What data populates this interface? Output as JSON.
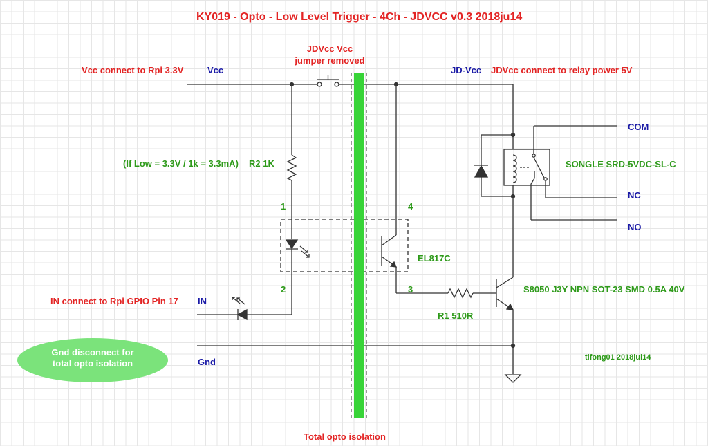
{
  "title": "KY019 - Opto - Low Level Trigger - 4Ch - JDVCC v0.3 2018ju14",
  "labels": {
    "vcc_connect": "Vcc connect to Rpi 3.3V",
    "vcc": "Vcc",
    "jumper_line1": "JDVcc Vcc",
    "jumper_line2": "jumper removed",
    "jd_vcc": "JD-Vcc",
    "jdvcc_connect": "JDVcc connect to relay power 5V",
    "com": "COM",
    "nc": "NC",
    "no": "NO",
    "relay_model": "SONGLE SRD-5VDC-SL-C",
    "if_low": "(If Low = 3.3V / 1k = 3.3mA)",
    "r2": "R2 1K",
    "pin1": "1",
    "pin2": "2",
    "pin3": "3",
    "pin4": "4",
    "opto_model": "EL817C",
    "transistor_model": "S8050 J3Y NPN SOT-23 SMD 0.5A 40V",
    "r1": "R1 510R",
    "in_connect": "IN connect to Rpi GPIO Pin 17",
    "in": "IN",
    "gnd": "Gnd",
    "gnd_note_line1": "Gnd disconnect for",
    "gnd_note_line2": "total opto isolation",
    "author": "tlfong01 2018jul14",
    "isolation": "Total opto isolation"
  },
  "colors": {
    "annotation": "#e32424",
    "net": "#1a1aa6",
    "component": "#2e9a1a",
    "isolation_bar": "#38d438",
    "wire": "#333333"
  }
}
